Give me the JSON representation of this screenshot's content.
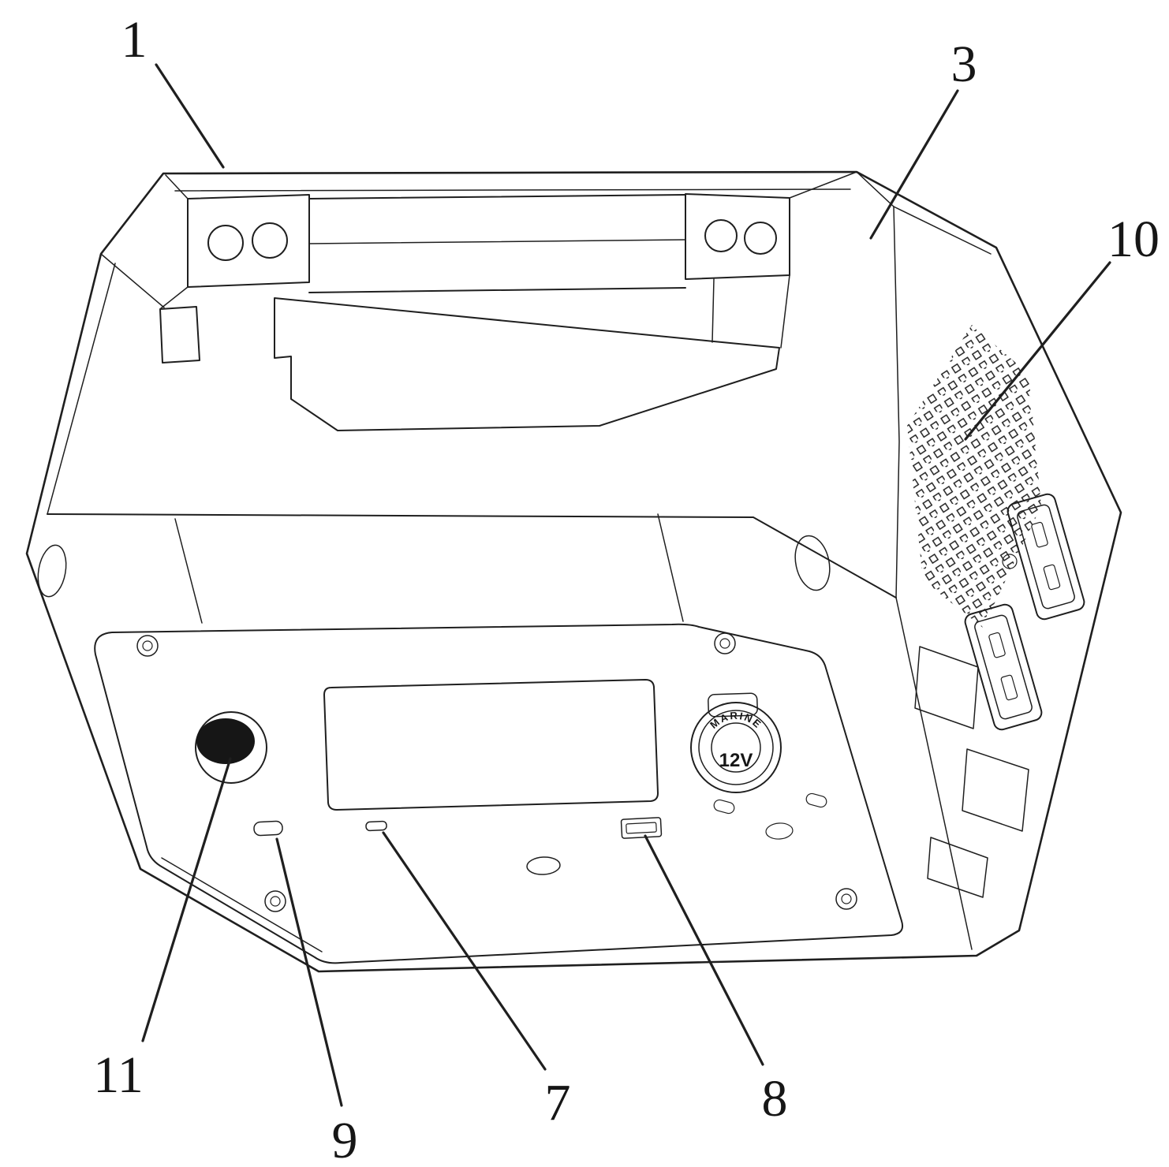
{
  "figure": {
    "paper_color": "#ffffff",
    "ink_color": "#1f1f1f"
  },
  "callouts": [
    {
      "ref": "1"
    },
    {
      "ref": "3"
    },
    {
      "ref": "10"
    },
    {
      "ref": "11"
    },
    {
      "ref": "9"
    },
    {
      "ref": "7"
    },
    {
      "ref": "8"
    }
  ],
  "socket": {
    "brand": "MARINE",
    "voltage": "12V"
  }
}
